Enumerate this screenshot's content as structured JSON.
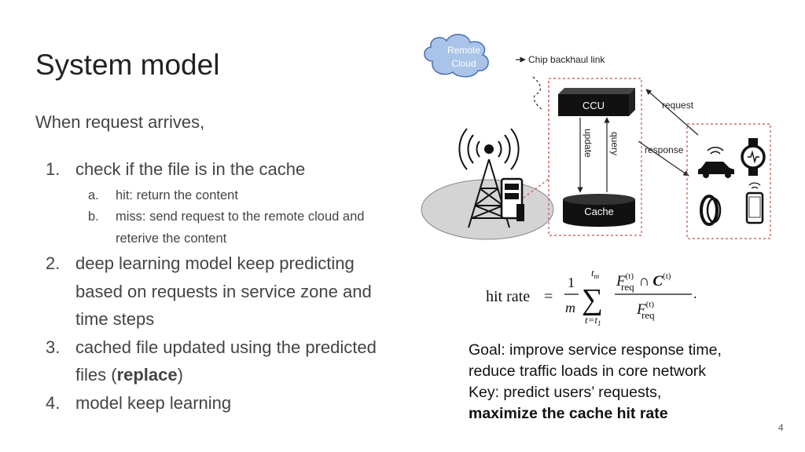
{
  "slide": {
    "title": "System model",
    "intro": "When request arrives,",
    "page_number": "4"
  },
  "steps": [
    {
      "num": "1.",
      "text": "check if the file is in the cache",
      "subitems": [
        {
          "letter": "a.",
          "text": "hit: return the content"
        },
        {
          "letter": "b.",
          "text": "miss: send request to the remote cloud and reterive the content"
        }
      ]
    },
    {
      "num": "2.",
      "text": "deep learning model keep predicting based on requests in service zone and time steps"
    },
    {
      "num": "3.",
      "text_before": "cached file updated using the predicted files (",
      "bold": "replace",
      "text_after": ")"
    },
    {
      "num": "4.",
      "text": "model keep learning"
    }
  ],
  "diagram": {
    "cloud_line1": "Remote",
    "cloud_line2": "Cloud",
    "backhaul_label": "Chip backhaul link",
    "ccu_label": "CCU",
    "cache_label": "Cache",
    "update_label": "update",
    "query_label": "query",
    "request_label": "request",
    "response_label": "response",
    "icons": [
      "cell-tower-icon",
      "edge-server-icon",
      "connected-car-icon",
      "smartwatch-icon",
      "wristband-icon",
      "smartphone-icon"
    ],
    "colors": {
      "cloud": "#a9c4e8",
      "dashed_box": "#c0504d",
      "ccu": "#111111",
      "cache": "#111111",
      "ground": "#d4d4d4"
    }
  },
  "formula": {
    "lhs": "hit rate",
    "frac_num": "1",
    "frac_den": "m",
    "sum_top": "t",
    "sum_top_sub": "m",
    "sum_bottom": "t=t",
    "sum_bottom_sub": "1",
    "F": "F",
    "F_sup": "(t)",
    "F_sub": "req",
    "cap": "∩",
    "C": "C",
    "C_sup": "(t)"
  },
  "goal": {
    "line1": "Goal: improve service response time,",
    "line2": "reduce traffic loads in core network",
    "line3": "Key: predict users’ requests,",
    "line4": "maximize the cache hit rate"
  }
}
